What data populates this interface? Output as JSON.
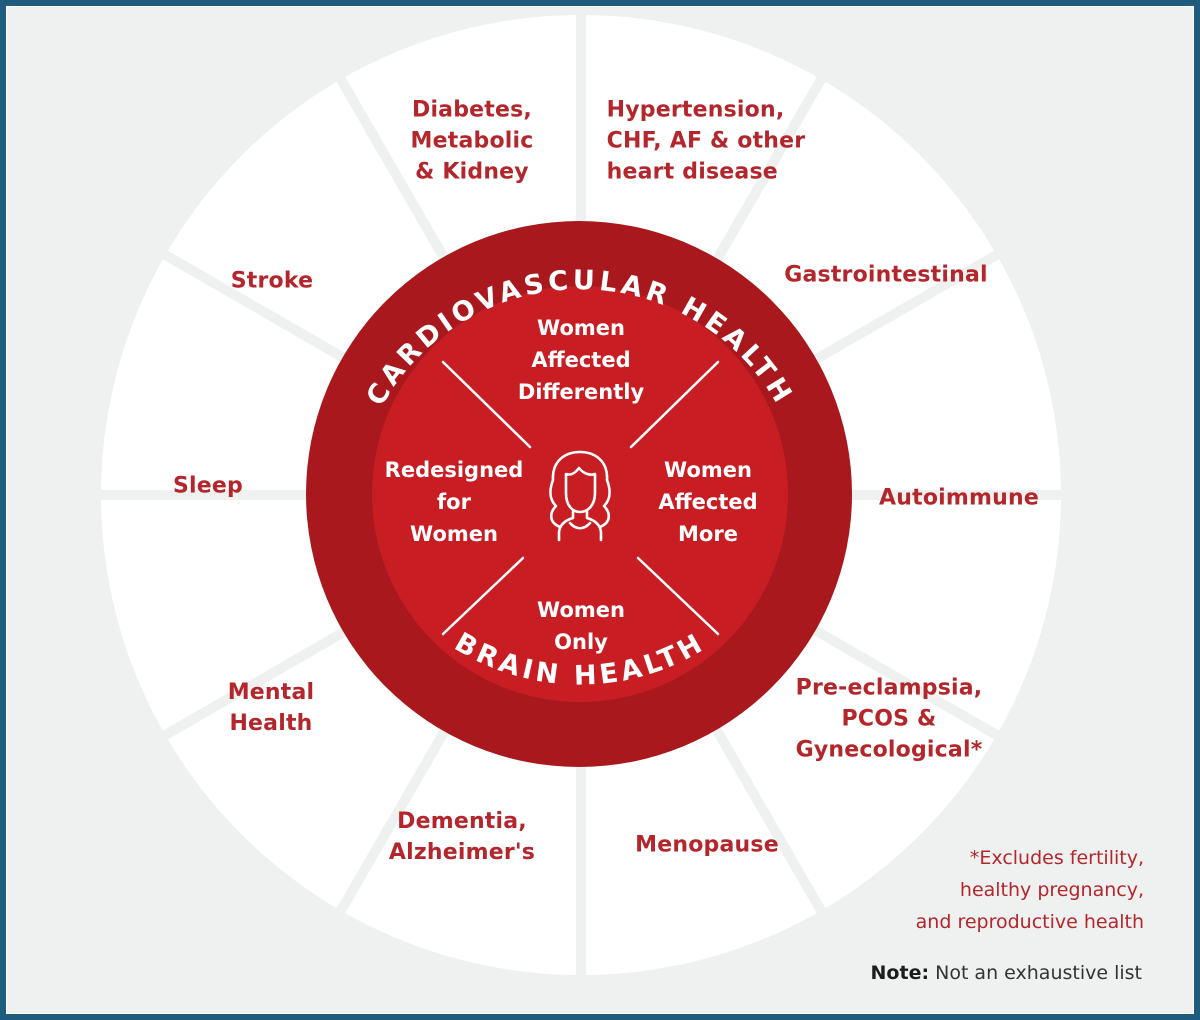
{
  "colors": {
    "background": "#eff1f1",
    "frame_border": "#1f5b7c",
    "wheel_segment": "#ffffff",
    "divider": "#eff1f1",
    "ring_dark_red": "#a8181c",
    "inner_red": "#c81e23",
    "label_red": "#b3262c",
    "white_text": "#ffffff",
    "note_text": "#333333"
  },
  "ring": {
    "top_label": "CARDIOVASCULAR HEALTH",
    "bottom_label": "BRAIN HEALTH"
  },
  "center": {
    "icon": "woman-icon",
    "quadrants": [
      {
        "id": "top",
        "label": "Women\nAffected\nDifferently"
      },
      {
        "id": "right",
        "label": "Women\nAffected\nMore"
      },
      {
        "id": "bottom",
        "label": "Women\nOnly"
      },
      {
        "id": "left",
        "label": "Redesigned\nfor\nWomen"
      }
    ]
  },
  "segments": [
    {
      "id": "hypertension",
      "label": "Hypertension,\nCHF, AF & other\nheart disease"
    },
    {
      "id": "gastrointestinal",
      "label": "Gastrointestinal"
    },
    {
      "id": "autoimmune",
      "label": "Autoimmune"
    },
    {
      "id": "pre-eclampsia",
      "label": "Pre-eclampsia,\nPCOS &\nGynecological*"
    },
    {
      "id": "menopause",
      "label": "Menopause"
    },
    {
      "id": "dementia",
      "label": "Dementia,\nAlzheimer's"
    },
    {
      "id": "mental-health",
      "label": "Mental\nHealth"
    },
    {
      "id": "sleep",
      "label": "Sleep"
    },
    {
      "id": "stroke",
      "label": "Stroke"
    },
    {
      "id": "diabetes",
      "label": "Diabetes,\nMetabolic\n& Kidney"
    }
  ],
  "footnote": "*Excludes fertility,\nhealthy pregnancy,\nand reproductive health",
  "note": {
    "prefix": "Note:",
    "text": " Not an exhaustive list"
  }
}
